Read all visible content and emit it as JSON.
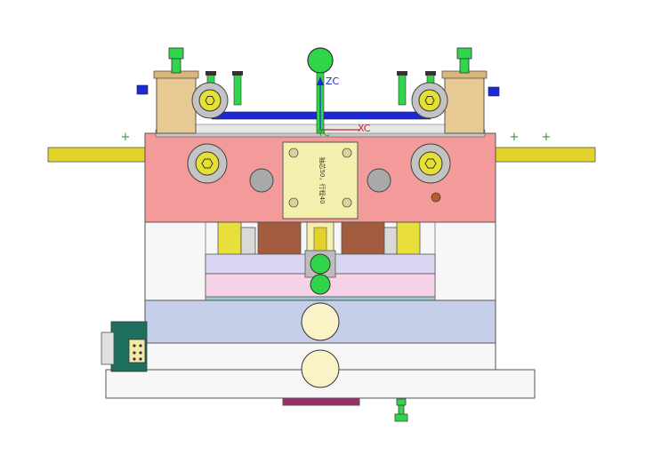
{
  "axes": {
    "z_label": "ZC",
    "y_label": "YC",
    "x_label": "XC"
  },
  "center_plate": {
    "text": "抽芯50，行程40"
  },
  "markers": {
    "symbol": "+"
  },
  "colors": {
    "cavity_plate": "#f39b9b",
    "clamp_plate": "#c5cfe9",
    "ejector_plate_top": "#d8d6f2",
    "ejector_plate_bottom": "#f6d2e6",
    "guide_pin": "#e9df3a",
    "slide_block": "#f3f0ae",
    "block_tan": "#e7c993",
    "bolt_green": "#2fd64a",
    "rod_blue": "#1d28d9",
    "rod_yellow": "#e2d22a",
    "support_pillar": "#a35b3d",
    "ring_cream": "#fbf3c8",
    "body_white": "#f7f7f7",
    "connector_teal": "#1f6f5e",
    "bottom_purple": "#9c2f6a"
  }
}
